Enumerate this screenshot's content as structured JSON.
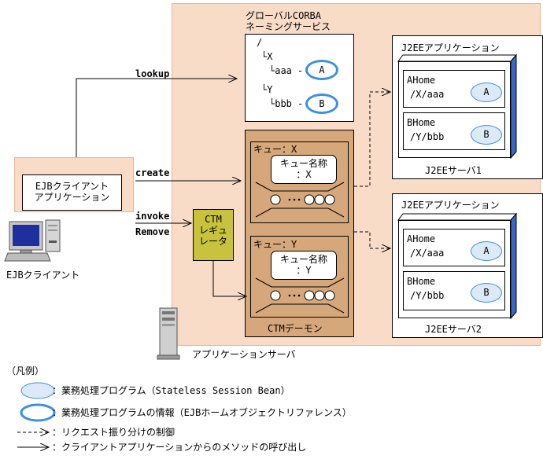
{
  "colors": {
    "region_fill": "#f9dcc8",
    "region_border": "#e9b596",
    "ctm_fill": "#d6a77a",
    "regulator_fill": "#c8c23c",
    "bean_fill": "#dce9f7",
    "bean_outline": "#3d8fe0",
    "server_shadow": "#3a68c7"
  },
  "diagram": {
    "naming": {
      "title1": "グローバルCORBA",
      "title2": "ネーミングサービス",
      "root": "/",
      "x": "└X",
      "aaa": "└aaa",
      "y": "└Y",
      "bbb": "└bbb",
      "dash1": "-",
      "dash2": "-",
      "a": "A",
      "b": "B"
    },
    "client": {
      "app_line1": "EJBクライアント",
      "app_line2": "アプリケーション",
      "label": "EJBクライアント"
    },
    "arrows": {
      "lookup": "lookup",
      "create": "create",
      "invoke": "invoke",
      "remove": "Remove"
    },
    "regulator": {
      "line1": "CTM",
      "line2": "レギュ",
      "line3": "レータ"
    },
    "ctm": {
      "queue_x": "キュー：X",
      "queue_x_name1": "キュー名称",
      "queue_x_name2": "：X",
      "queue_y": "キュー：Y",
      "queue_y_name1": "キュー名称",
      "queue_y_name2": "：Y",
      "label": "CTMデーモン"
    },
    "app_server_label": "アプリケーションサーバ",
    "j2ee1": {
      "app_title": "J2EEアプリケーション",
      "ahome": "AHome",
      "ahome_path": "/X/aaa",
      "a": "A",
      "bhome": "BHome",
      "bhome_path": "/Y/bbb",
      "b": "B",
      "server_label": "J2EEサーバ1"
    },
    "j2ee2": {
      "app_title": "J2EEアプリケーション",
      "ahome": "AHome",
      "ahome_path": "/X/aaa",
      "a": "A",
      "bhome": "BHome",
      "bhome_path": "/Y/bbb",
      "b": "B",
      "server_label": "J2EEサーバ2"
    }
  },
  "legend": {
    "title": "（凡例）",
    "item1": "：業務処理プログラム（Stateless Session Bean）",
    "item2": "：業務処理プログラムの情報（EJBホームオブジェクトリファレンス）",
    "item3": "：リクエスト振り分けの制御",
    "item4": "：クライアントアプリケーションからのメソッドの呼び出し"
  }
}
